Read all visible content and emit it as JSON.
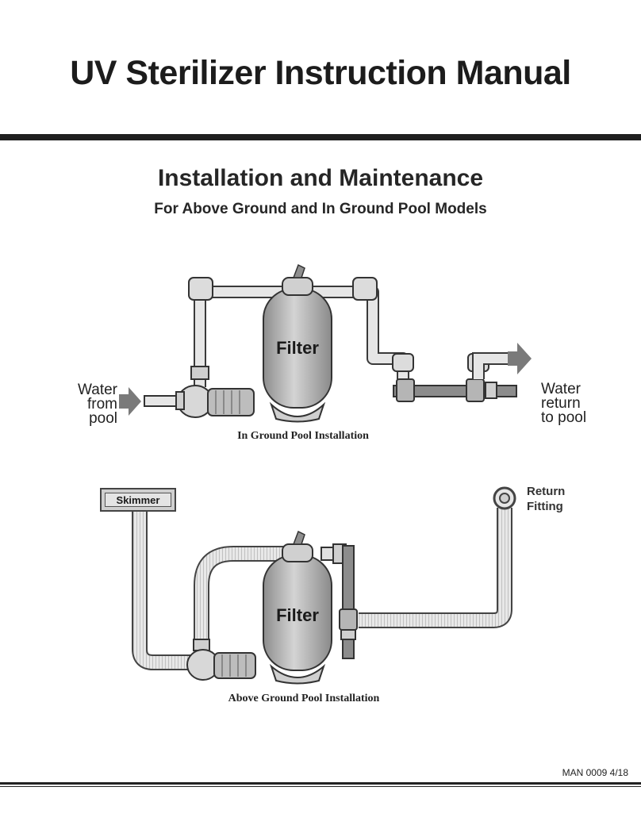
{
  "header": {
    "title": "UV Sterilizer Instruction Manual",
    "subtitle": "Installation and Maintenance",
    "subtitle2": "For Above Ground and In Ground Pool Models"
  },
  "diagram_in_ground": {
    "filter_label": "Filter",
    "water_from_pool": "Water\nfrom\npool",
    "water_return": "Water\nreturn\nto pool",
    "caption": "In Ground Pool Installation"
  },
  "diagram_above_ground": {
    "filter_label": "Filter",
    "skimmer_label": "Skimmer",
    "return_fitting": "Return\nFitting",
    "caption": "Above Ground Pool Installation"
  },
  "footer": {
    "doc_code": "MAN 0009 4/18"
  },
  "colors": {
    "pipe": "#d9d9d9",
    "pipe_outline": "#3a3a3a",
    "arrow": "#7a7a7a",
    "filter_tank": "#bdbdbd",
    "uv_unit": "#9a9a9a"
  }
}
